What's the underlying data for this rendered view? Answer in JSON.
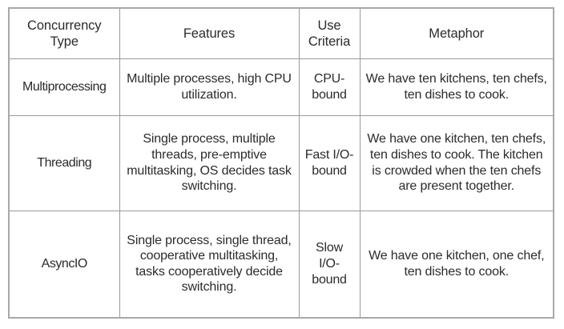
{
  "table": {
    "columns": [
      {
        "id": "concurrency-type",
        "label": "Concurrency\nType"
      },
      {
        "id": "features",
        "label": "Features"
      },
      {
        "id": "use-criteria",
        "label": "Use\nCriteria"
      },
      {
        "id": "metaphor",
        "label": "Metaphor"
      }
    ],
    "rows": [
      {
        "id": "multiprocessing",
        "type": "Multiprocessing",
        "features": "Multiple processes, high CPU utilization.",
        "use_criteria": "CPU-bound",
        "metaphor": "We have ten kitchens, ten chefs, ten dishes to cook."
      },
      {
        "id": "threading",
        "type": "Threading",
        "features": "Single process, multiple threads, pre-emptive multitasking, OS decides task switching.",
        "use_criteria": "Fast I/O-bound",
        "metaphor": "We have one kitchen, ten chefs, ten dishes to cook. The kitchen is crowded when the ten chefs are present together."
      },
      {
        "id": "asyncio",
        "type": "AsyncIO",
        "features": "Single process, single thread, cooperative multitasking, tasks cooperatively decide switching.",
        "use_criteria": "Slow I/O-bound",
        "metaphor": "We have one kitchen, one chef, ten dishes to cook."
      }
    ]
  },
  "style": {
    "outer_border_color": "#a8a8a8",
    "inner_border_color": "#9a9a9a",
    "text_color": "#2b2b2b",
    "background": "#ffffff"
  }
}
